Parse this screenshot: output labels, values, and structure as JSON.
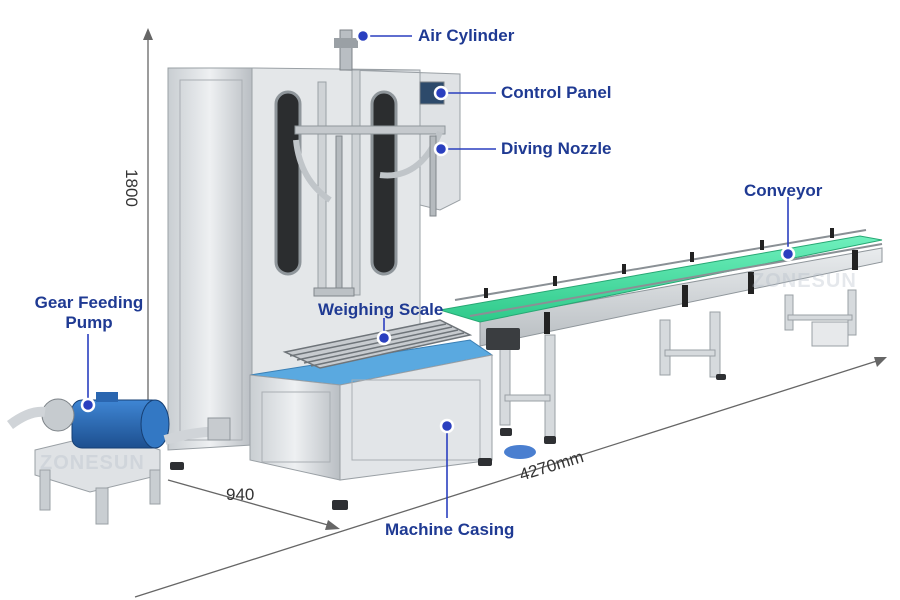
{
  "labels": {
    "air_cylinder": "Air Cylinder",
    "control_panel": "Control Panel",
    "diving_nozzle": "Diving Nozzle",
    "conveyor": "Conveyor",
    "gear_pump_line1": "Gear Feeding",
    "gear_pump_line2": "Pump",
    "weighing_scale": "Weighing Scale",
    "machine_casing": "Machine Casing"
  },
  "dimensions": {
    "height": "1800",
    "depth": "940",
    "length": "4270mm"
  },
  "watermark": "ZONESUN",
  "colors": {
    "label_text": "#1f3a93",
    "marker": "#2a3fbf",
    "conveyor_belt": "#3ddc9b",
    "steel": "#d9dde0",
    "motor": "#2a66b0"
  }
}
